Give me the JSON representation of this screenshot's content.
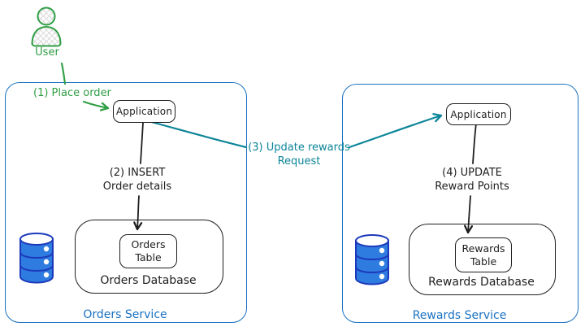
{
  "user": {
    "label": "User",
    "icon": "user-icon"
  },
  "flow_labels": {
    "step1": "(1) Place order",
    "step2_line1": "(2) INSERT",
    "step2_line2": "Order details",
    "step3_line1": "(3) Update rewards",
    "step3_line2": "Request",
    "step4_line1": "(4) UPDATE",
    "step4_line2": "Reward Points"
  },
  "orders_service": {
    "label": "Orders Service",
    "application_label": "Application",
    "database_label": "Orders Database",
    "table_line1": "Orders",
    "table_line2": "Table",
    "database_icon": "database-cylinder-icon"
  },
  "rewards_service": {
    "label": "Rewards Service",
    "application_label": "Application",
    "database_label": "Rewards Database",
    "table_line1": "Rewards",
    "table_line2": "Table",
    "database_icon": "database-cylinder-icon"
  },
  "colors": {
    "green": "#2f9e44",
    "teal": "#0c8599",
    "blue": "#1971c2",
    "ink": "#1e1e1e",
    "db_fill": "#2f7ce0",
    "db_stroke": "#1c39bb"
  }
}
